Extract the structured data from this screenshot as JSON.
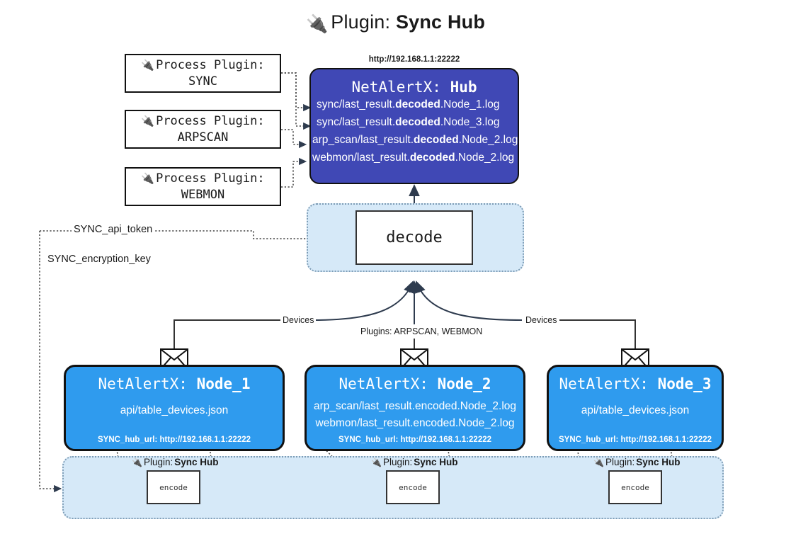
{
  "title": {
    "icon": "plug-icon",
    "prefix": "Plugin:",
    "name": "Sync Hub"
  },
  "hub": {
    "url_caption": "http://192.168.1.1:22222",
    "title_prefix": "NetAlertX:",
    "title_name": "Hub",
    "loglines": [
      {
        "pre": "sync/last_result.",
        "bold": "decoded",
        "post": ".Node_1.log"
      },
      {
        "pre": "sync/last_result.",
        "bold": "decoded",
        "post": ".Node_3.log"
      },
      {
        "pre": "arp_scan/last_result.",
        "bold": "decoded",
        "post": ".Node_2.log"
      },
      {
        "pre": "webmon/last_result.",
        "bold": "decoded",
        "post": ".Node_2.log"
      }
    ]
  },
  "process_plugins": [
    {
      "label": "Process Plugin:",
      "name": "SYNC"
    },
    {
      "label": "Process Plugin:",
      "name": "ARPSCAN"
    },
    {
      "label": "Process Plugin:",
      "name": "WEBMON"
    }
  ],
  "settings": {
    "api_token": "SYNC_api_token",
    "encryption_key": "SYNC_encryption_key"
  },
  "decode": {
    "label": "decode"
  },
  "edge_labels": {
    "devices_left": "Devices",
    "devices_right": "Devices",
    "plugins_center": "Plugins: ARPSCAN, WEBMON"
  },
  "nodes": [
    {
      "title_prefix": "NetAlertX:",
      "title_name": "Node_1",
      "lines": [
        "api/table_devices.json"
      ],
      "url": "SYNC_hub_url: http://192.168.1.1:22222"
    },
    {
      "title_prefix": "NetAlertX:",
      "title_name": "Node_2",
      "lines": [
        "arp_scan/last_result.encoded.Node_2.log",
        "webmon/last_result.encoded.Node_2.log"
      ],
      "url": "SYNC_hub_url: http://192.168.1.1:22222"
    },
    {
      "title_prefix": "NetAlertX:",
      "title_name": "Node_3",
      "lines": [
        "api/table_devices.json"
      ],
      "url": "SYNC_hub_url: http://192.168.1.1:22222"
    }
  ],
  "encoders": [
    {
      "caption_prefix": "Plugin:",
      "caption_name": "Sync Hub",
      "label": "encode"
    },
    {
      "caption_prefix": "Plugin:",
      "caption_name": "Sync Hub",
      "label": "encode"
    },
    {
      "caption_prefix": "Plugin:",
      "caption_name": "Sync Hub",
      "label": "encode"
    }
  ],
  "icons": {
    "plug": "🔌",
    "envelope": "envelope-icon"
  },
  "colors": {
    "hub_fill": "#4048b5",
    "node_fill": "#2f9bee",
    "panel_fill": "#d6e9f8",
    "panel_border": "#7d9cb5",
    "line": "#333333"
  }
}
